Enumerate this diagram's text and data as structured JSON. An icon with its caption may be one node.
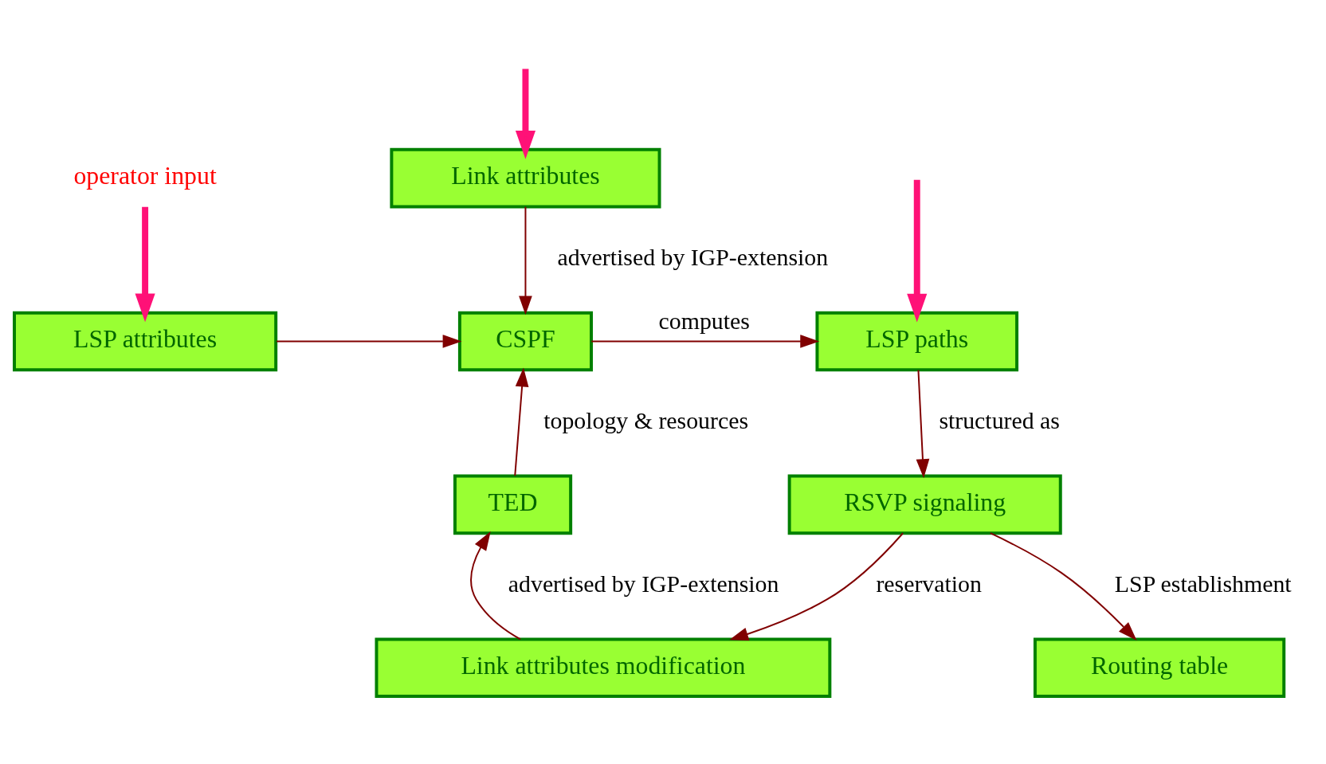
{
  "diagram": {
    "nodes": [
      {
        "text": [
          "Link attributes"
        ]
      },
      {
        "text": [
          "operator input"
        ]
      },
      {
        "text": [
          "LSP attributes"
        ]
      },
      {
        "text": [
          "CSPF"
        ]
      },
      {
        "text": [
          "LSP paths"
        ]
      },
      {
        "text": [
          "TED"
        ]
      },
      {
        "text": [
          "RSVP signaling"
        ]
      },
      {
        "text": [
          "Link attributes modification"
        ]
      },
      {
        "text": [
          "Routing table"
        ]
      }
    ],
    "edges": [
      {
        "from": null,
        "to": 0,
        "arrow": "to",
        "style": "thick",
        "color": "#ff1177"
      },
      {
        "from": 1,
        "to": 2,
        "arrow": "to",
        "style": "thick",
        "color": "#ff1177"
      },
      {
        "from": null,
        "to": 4,
        "arrow": "to",
        "style": "thick",
        "color": "#ff1177"
      },
      {
        "from": 0,
        "to": 3,
        "arrow": "to",
        "label": "advertised by IGP-extension"
      },
      {
        "from": 2,
        "to": 3,
        "arrow": "to"
      },
      {
        "from": 3,
        "to": 4,
        "arrow": "to",
        "label": "computes"
      },
      {
        "from": 5,
        "to": 3,
        "arrow": "to",
        "label": "topology & resources"
      },
      {
        "from": 4,
        "to": 6,
        "arrow": "to",
        "label": "structured as"
      },
      {
        "from": 6,
        "to": 7,
        "arrow": "to",
        "label": "reservation"
      },
      {
        "from": 6,
        "to": 8,
        "arrow": "to",
        "label": "LSP establishment"
      },
      {
        "from": 7,
        "to": 5,
        "arrow": "to",
        "label": "advertised by IGP-extension"
      }
    ]
  }
}
